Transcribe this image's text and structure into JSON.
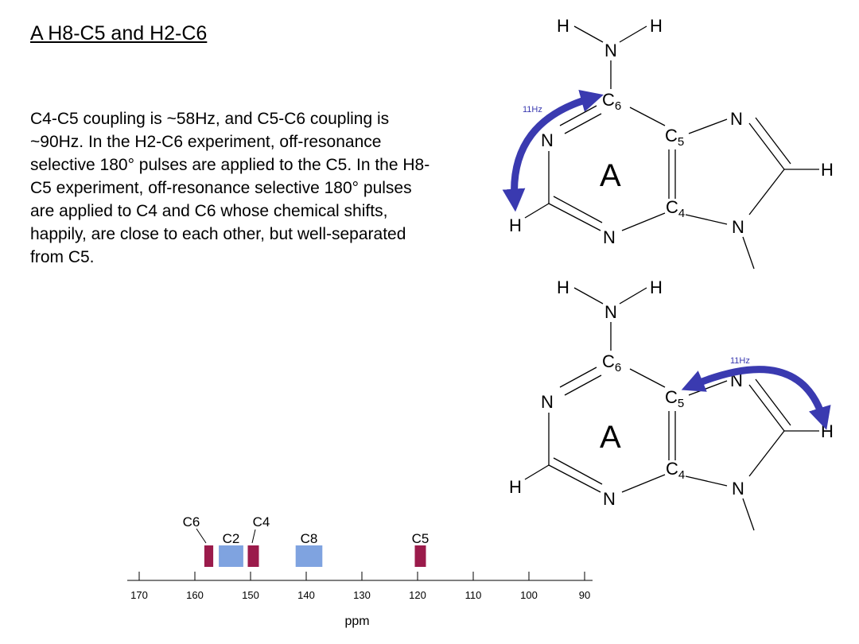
{
  "slide": {
    "title": "A H8-C5 and H2-C6",
    "body": "C4-C5 coupling is ~58Hz, and C5-C6 coupling is ~90Hz. In the H2-C6 experiment, off-resonance selective 180° pulses are applied to the C5. In the H8-C5 experiment, off-resonance selective 180° pulses are applied to C4 and C6 whose chemical shifts, happily, are close to each other, but well-separated from C5."
  },
  "molecule": {
    "ring_label": "A",
    "coupling_label": "11Hz",
    "atoms": {
      "H": "H",
      "N": "N",
      "C": "C",
      "sub6": "6",
      "sub5": "5",
      "sub4": "4"
    },
    "arrow_color": "#3a3ab0"
  },
  "spectrum": {
    "axis_label": "ppm",
    "ticks": [
      170,
      160,
      150,
      140,
      130,
      120,
      110,
      100,
      90
    ],
    "colors": {
      "C6": "#9b1b4b",
      "C4": "#9b1b4b",
      "C5": "#9b1b4b",
      "C2": "#7fa3e0",
      "C8": "#7fa3e0"
    },
    "peaks": [
      {
        "label": "C6",
        "ppm": 157.5,
        "width": 1.6
      },
      {
        "label": "C2",
        "ppm": 153.5,
        "width": 4.4
      },
      {
        "label": "C4",
        "ppm": 149.5,
        "width": 2.0
      },
      {
        "label": "C8",
        "ppm": 139.5,
        "width": 4.8
      },
      {
        "label": "C5",
        "ppm": 119.5,
        "width": 2.0
      }
    ]
  }
}
